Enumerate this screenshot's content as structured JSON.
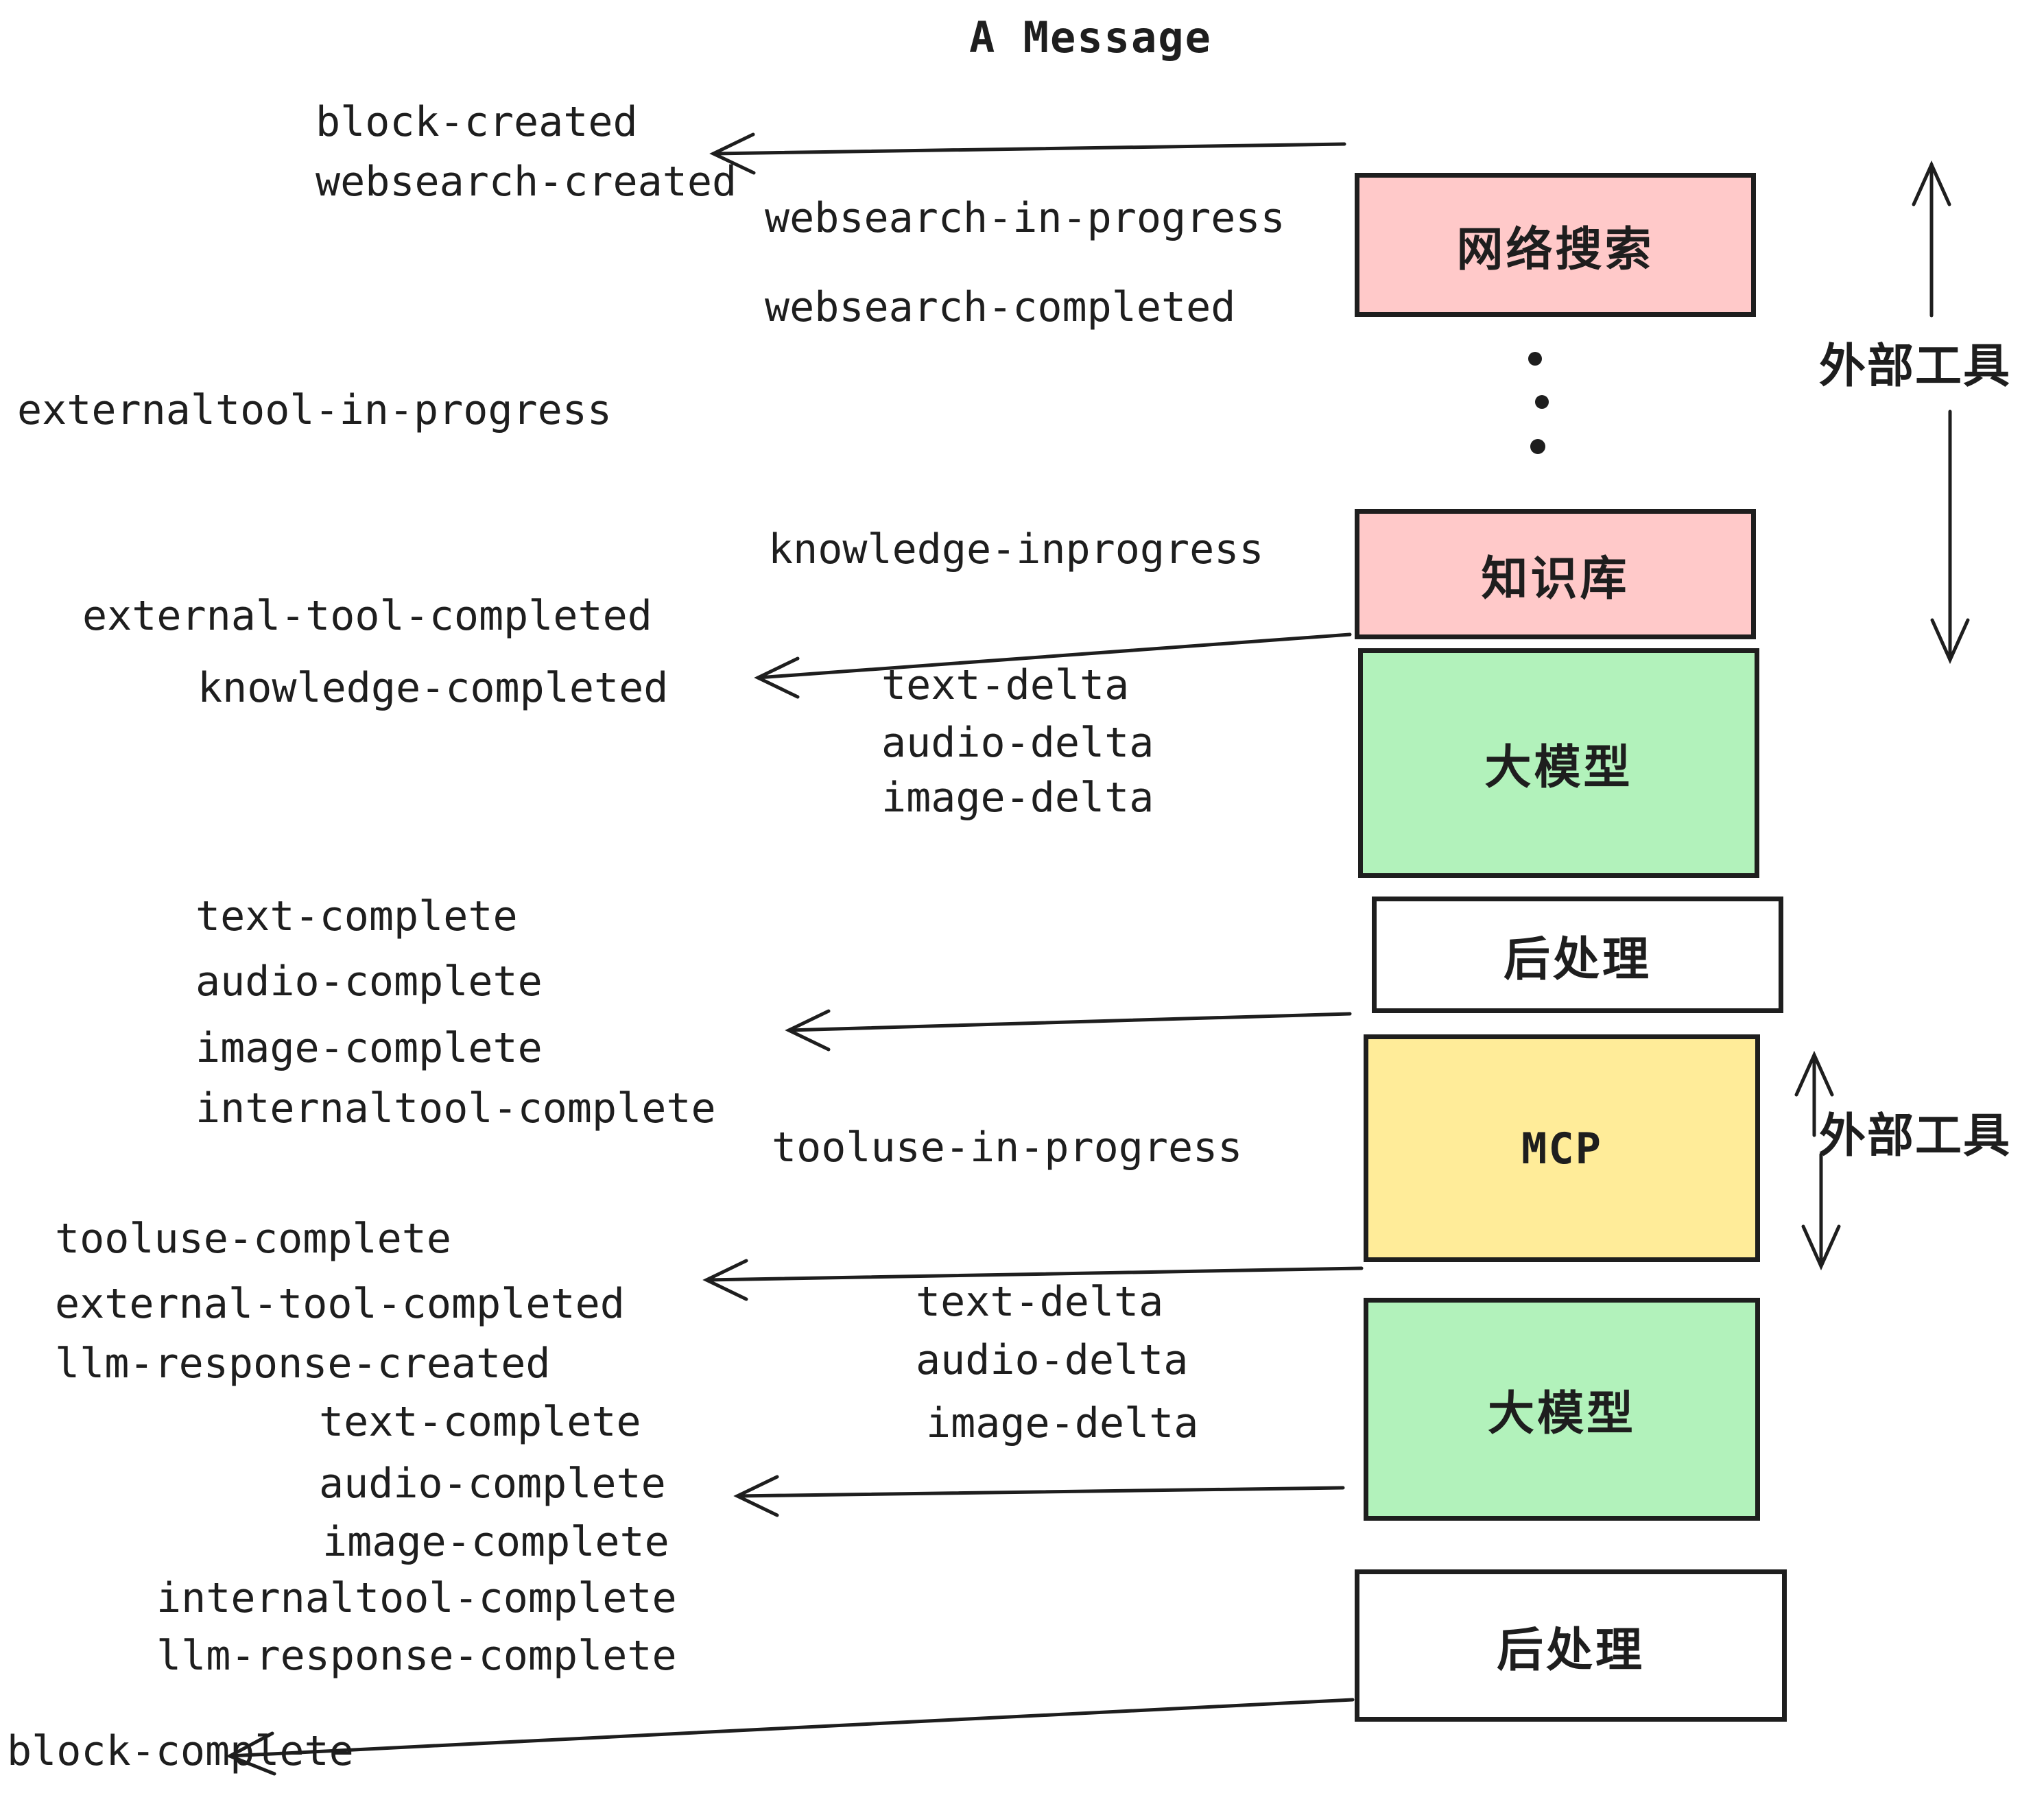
{
  "title": "A Message",
  "colors": {
    "ink": "#1e1e1e",
    "pink": "#ffc9c9",
    "green": "#b2f2bb",
    "yellow": "#ffec99",
    "white": "#ffffff"
  },
  "boxes": {
    "websearch": {
      "label": "网络搜索",
      "fill": "#ffc9c9"
    },
    "knowledge": {
      "label": "知识库",
      "fill": "#ffc9c9"
    },
    "llm": {
      "label": "大模型",
      "fill": "#b2f2bb"
    },
    "postprocess": {
      "label": "后处理",
      "fill": "#ffffff"
    },
    "mcp": {
      "label": "MCP",
      "fill": "#ffec99"
    }
  },
  "side_label": "外部工具",
  "events": {
    "block_created": "block-created",
    "websearch_created": "websearch-created",
    "websearch_in_progress": "websearch-in-progress",
    "websearch_completed": "websearch-completed",
    "externaltool_in_progress": "externaltool-in-progress",
    "knowledge_inprogress": "knowledge-inprogress",
    "external_tool_completed": "external-tool-completed",
    "knowledge_completed": "knowledge-completed",
    "text_delta": "text-delta",
    "audio_delta": "audio-delta",
    "image_delta": "image-delta",
    "text_complete": "text-complete",
    "audio_complete": "audio-complete",
    "image_complete": "image-complete",
    "internaltool_complete": "internaltool-complete",
    "tooluse_in_progress": "tooluse-in-progress",
    "tooluse_complete": "tooluse-complete",
    "llm_response_created": "llm-response-created",
    "llm_response_complete": "llm-response-complete",
    "block_complete": "block-complete"
  }
}
